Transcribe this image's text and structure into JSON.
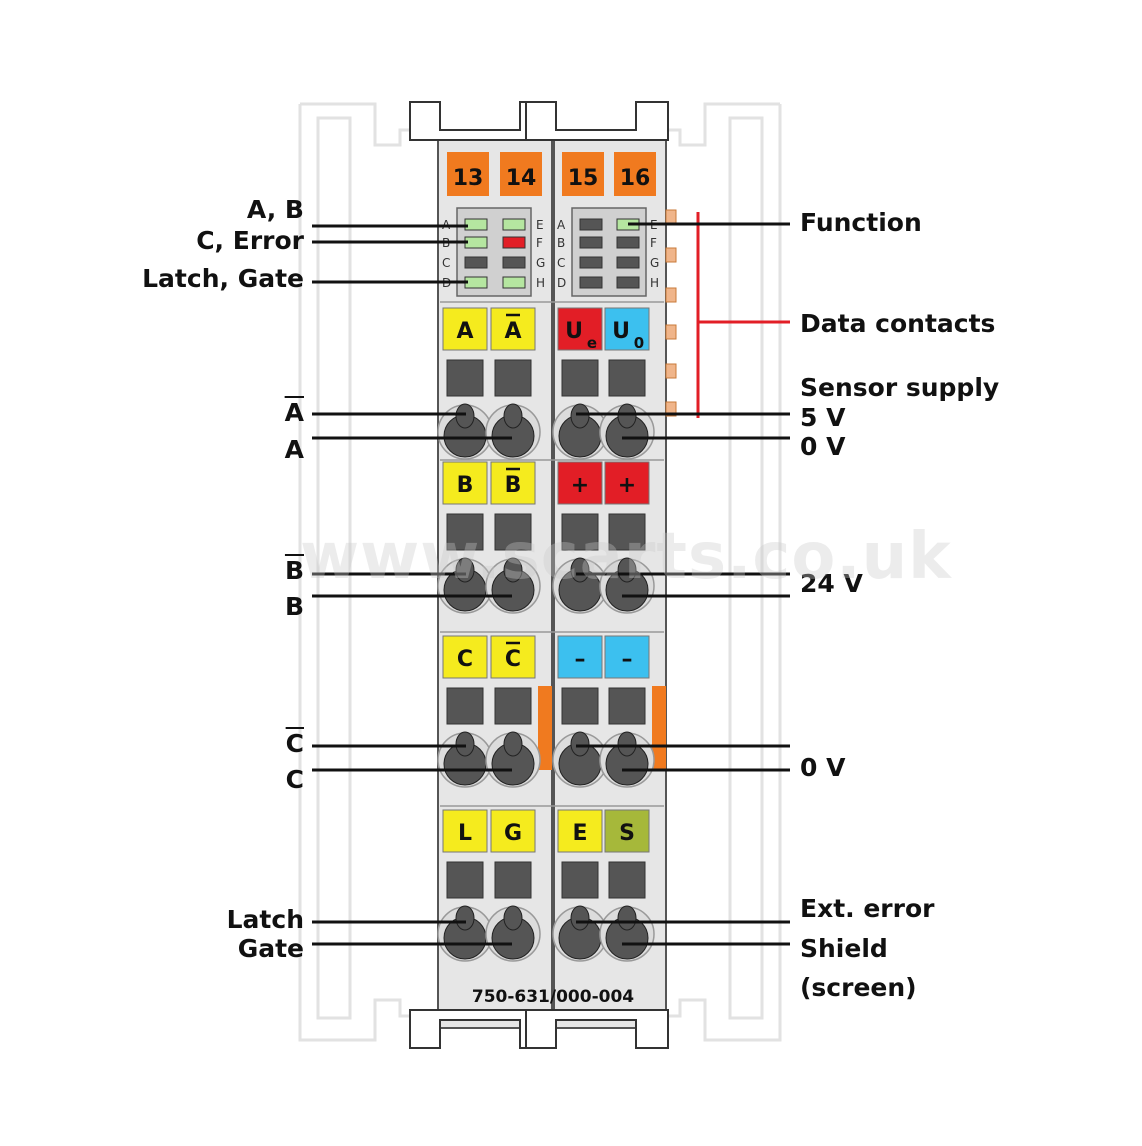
{
  "module": {
    "part_number": "750-631/000-004",
    "terminal_numbers": [
      "13",
      "14",
      "15",
      "16"
    ],
    "led_letters_left": [
      "A",
      "B",
      "C",
      "D"
    ],
    "led_letters_right": [
      "E",
      "F",
      "G",
      "H"
    ],
    "colors": {
      "yellow": "#f5eb1e",
      "red": "#e21e26",
      "blue": "#3cc0ef",
      "olive": "#a6b83a",
      "orange": "#f07a1f",
      "housing": "#e6e6e6",
      "led_green": "#b5e6a0",
      "led_red": "#e21e26"
    },
    "channel_tags": [
      {
        "row": 0,
        "left": [
          "A",
          "A"
        ],
        "right": [
          "U",
          "U"
        ],
        "right_sub": [
          "e",
          "0"
        ],
        "right_colors": [
          "red",
          "blue"
        ]
      },
      {
        "row": 1,
        "left": [
          "B",
          "B"
        ],
        "right": [
          "+",
          "+"
        ],
        "right_colors": [
          "red",
          "red"
        ]
      },
      {
        "row": 2,
        "left": [
          "C",
          "C"
        ],
        "right": [
          "–",
          "–"
        ],
        "right_colors": [
          "blue",
          "blue"
        ]
      },
      {
        "row": 3,
        "left": [
          "L",
          "G"
        ],
        "right": [
          "E",
          "S"
        ],
        "right_colors": [
          "yellow",
          "olive"
        ]
      }
    ]
  },
  "labels_left": {
    "ab": "A, B",
    "c_error": "C, Error",
    "latch_gate": "Latch, Gate",
    "a_bar": "A",
    "a": "A",
    "b_bar": "B",
    "b": "B",
    "c_bar": "C",
    "c": "C",
    "latch": "Latch",
    "gate": "Gate"
  },
  "labels_right": {
    "function": "Function",
    "data_contacts": "Data contacts",
    "sensor_supply": "Sensor supply",
    "v5": "5 V",
    "v0_top": "0 V",
    "v24": "24 V",
    "v0_mid": "0 V",
    "ext_error": "Ext. error",
    "shield": "Shield",
    "screen": "(screen)"
  },
  "watermark": "www.scarts.co.uk"
}
